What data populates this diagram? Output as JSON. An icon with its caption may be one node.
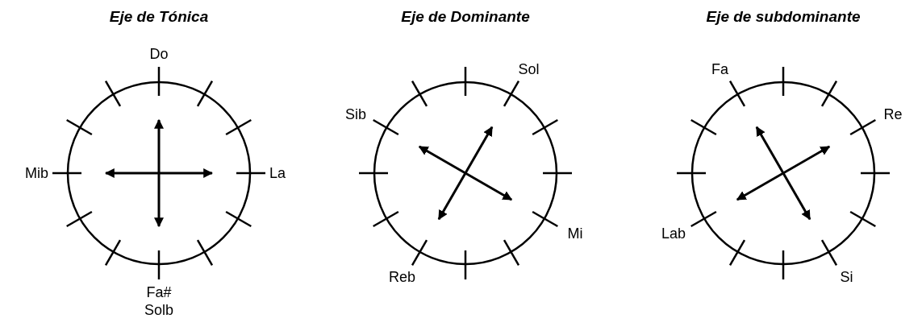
{
  "diagram": {
    "nodes": [
      {
        "text": [
          "Eje de Tónica"
        ],
        "beside": [
          "Do",
          "Mib",
          "La",
          "Fa# Solb"
        ]
      },
      {
        "text": [
          "Eje de Dominante"
        ],
        "beside": [
          "Sol",
          "Sib",
          "Mi",
          "Reb"
        ]
      },
      {
        "text": [
          "Eje de subdominante"
        ],
        "beside": [
          "Fa",
          "Re",
          "Lab",
          "Si"
        ]
      }
    ]
  }
}
